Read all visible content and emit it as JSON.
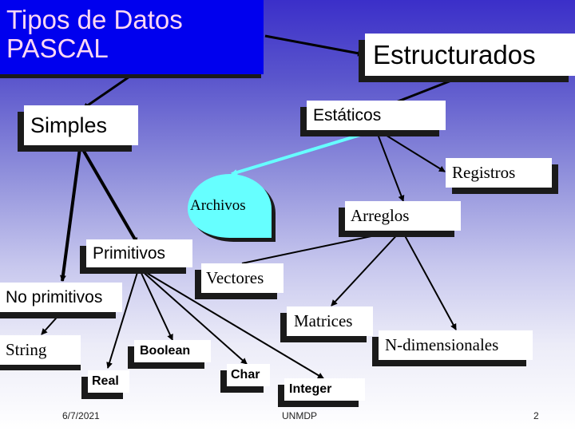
{
  "slide": {
    "title_line1": "Tipos de Datos",
    "title_line2": "PASCAL",
    "footer": {
      "date": "6/7/2021",
      "institution": "UNMDP",
      "page": "2"
    }
  },
  "nodes": {
    "estructurados": "Estructurados",
    "simples": "Simples",
    "estaticos": "Estáticos",
    "registros": "Registros",
    "archivos": "Archivos",
    "arreglos": "Arreglos",
    "primitivos": "Primitivos",
    "vectores": "Vectores",
    "no_primitivos": "No primitivos",
    "matrices": "Matrices",
    "string": "String",
    "boolean": "Boolean",
    "n_dimensionales": "N-dimensionales",
    "real": "Real",
    "char": "Char",
    "integer": "Integer"
  },
  "edges": [
    {
      "from": "title",
      "to": "estructurados"
    },
    {
      "from": "title",
      "to": "simples"
    },
    {
      "from": "estructurados",
      "to": "estaticos"
    },
    {
      "from": "estaticos",
      "to": "archivos",
      "color": "#66ffff"
    },
    {
      "from": "estaticos",
      "to": "registros"
    },
    {
      "from": "estaticos",
      "to": "arreglos"
    },
    {
      "from": "simples",
      "to": "primitivos"
    },
    {
      "from": "simples",
      "to": "no_primitivos"
    },
    {
      "from": "arreglos",
      "to": "vectores"
    },
    {
      "from": "arreglos",
      "to": "matrices"
    },
    {
      "from": "arreglos",
      "to": "n_dimensionales"
    },
    {
      "from": "no_primitivos",
      "to": "string"
    },
    {
      "from": "primitivos",
      "to": "real"
    },
    {
      "from": "primitivos",
      "to": "boolean"
    },
    {
      "from": "primitivos",
      "to": "char"
    },
    {
      "from": "primitivos",
      "to": "integer"
    }
  ],
  "colors": {
    "title_bg": "#0000ee",
    "title_text": "#ffd8f4",
    "archivos_fill": "#66ffff",
    "shadow": "#1a1a1a"
  }
}
